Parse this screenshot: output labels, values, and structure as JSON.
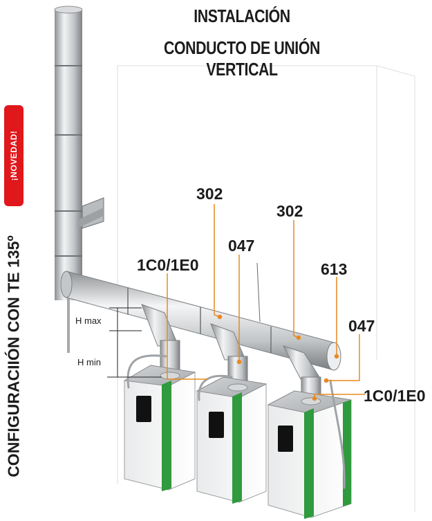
{
  "title": {
    "line1": "INSTALACIÓN",
    "line2": "CONDUCTO DE UNIÓN VERTICAL"
  },
  "badge": {
    "text": "¡NOVEDAD!",
    "color": "#e0171b"
  },
  "side_title": "CONFIGURACIIÓN CON TE 135º",
  "callouts": {
    "c302_left": "302",
    "c302_right": "302",
    "c047_center": "047",
    "c1c0_left": "1C0/1E0",
    "c613": "613",
    "c047_right": "047",
    "c1c0_right": "1C0/1E0"
  },
  "dimensions": {
    "h_max": "H max",
    "h_min": "H min"
  },
  "colors": {
    "leader": "#e8891e",
    "boiler_green": "#2f9a3e",
    "metal": "#c8cacc",
    "text": "#1c1c1c"
  }
}
